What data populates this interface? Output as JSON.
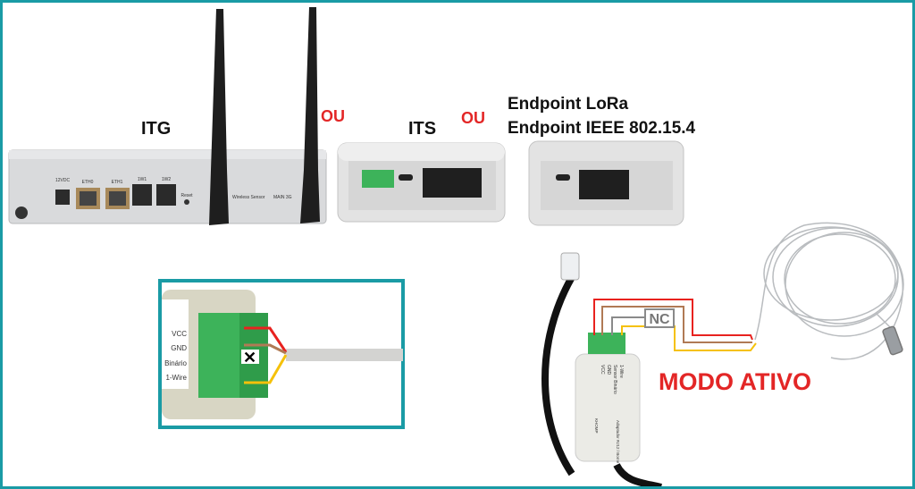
{
  "labels": {
    "itg": "ITG",
    "or_1": "OU",
    "its": "ITS",
    "or_2": "OU",
    "endpoint_lora": "Endpoint LoRa",
    "endpoint_ieee": "Endpoint IEEE 802.15.4",
    "nc": "NC",
    "mode": "MODO ATIVO"
  },
  "itg_ports": [
    "12VDC",
    "ETH0",
    "ETH1",
    "1W1",
    "1W2",
    "Reset",
    "Wireless Sensor",
    "MAIN 3G"
  ],
  "inset_terminals": [
    "VCC",
    "GND",
    "Binário",
    "1-Wire"
  ],
  "adapter_labels": [
    "VCC",
    "GND",
    "Sensor Binário",
    "1-Wire",
    "Adaptador RJ12 / Borne",
    "KHOMP"
  ],
  "colors": {
    "border": "#1a9ba5",
    "accent_red": "#e32626",
    "wire_red": "#e8221f",
    "wire_brown": "#b07a55",
    "wire_gray": "#8a8a8a",
    "wire_yellow": "#f5c10a",
    "terminal_green": "#3db35a"
  }
}
